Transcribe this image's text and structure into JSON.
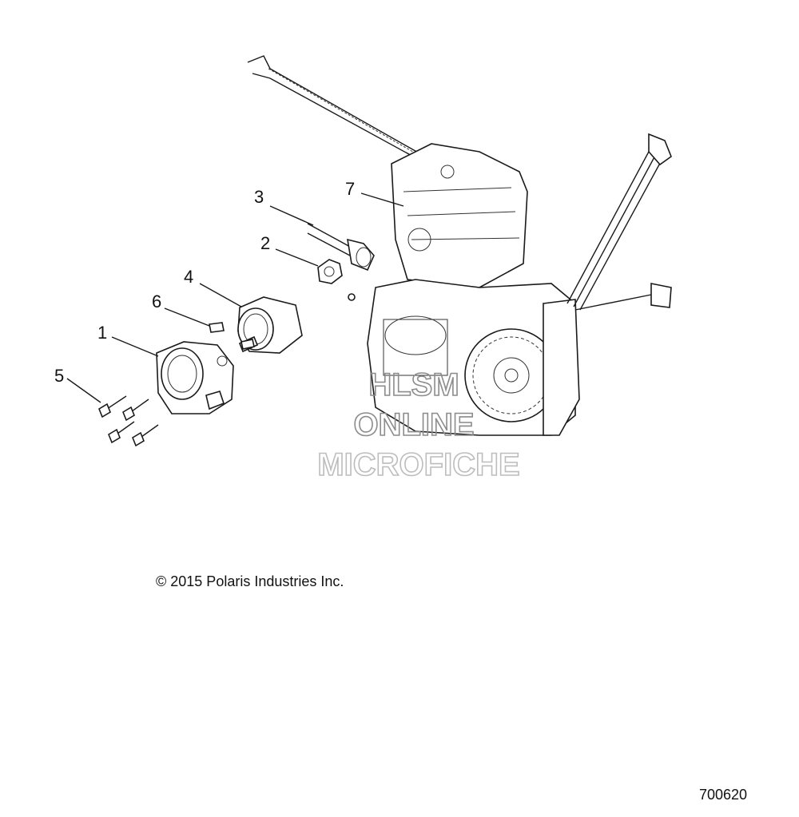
{
  "callouts": [
    {
      "label": "1"
    },
    {
      "label": "2"
    },
    {
      "label": "3"
    },
    {
      "label": "4"
    },
    {
      "label": "5"
    },
    {
      "label": "6"
    },
    {
      "label": "7"
    }
  ],
  "watermark": {
    "line1": "HLSM",
    "line2": "ONLINE",
    "line3": "MICROFICHE"
  },
  "copyright": "© 2015 Polaris Industries Inc.",
  "figure_number": "700620"
}
